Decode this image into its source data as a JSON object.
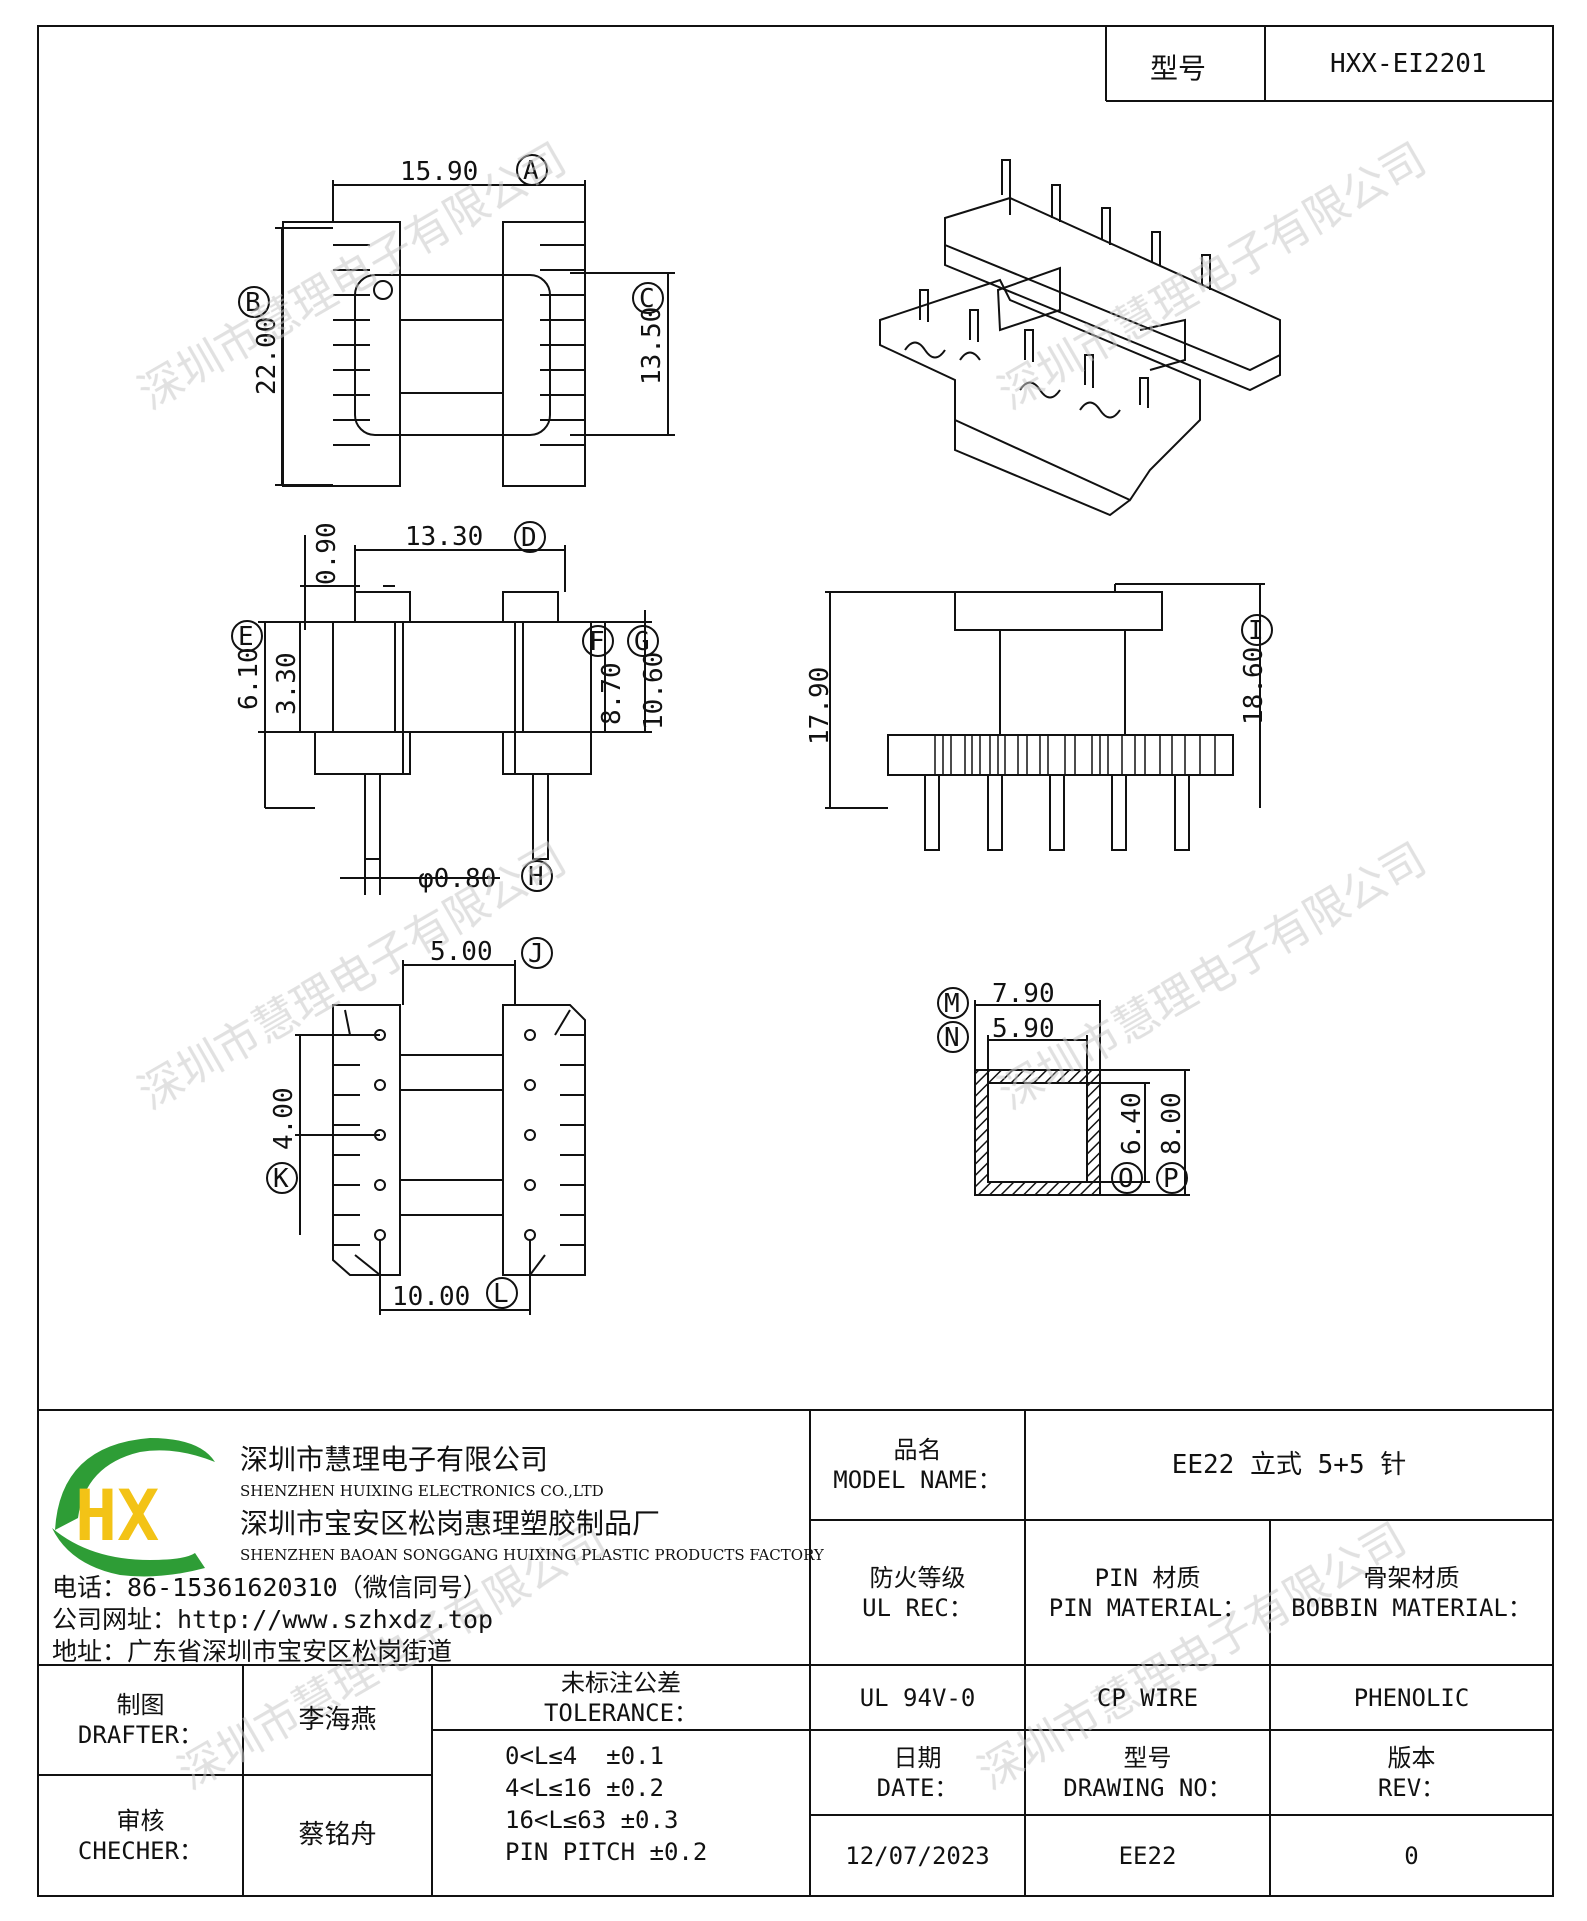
{
  "header": {
    "model_label": "型号",
    "model_value": "HXX-EI2201"
  },
  "drawing": {
    "dims": {
      "A_val": "15.90",
      "A_tag": "A",
      "B_val": "22.00",
      "B_tag": "B",
      "C_val": "13.50",
      "C_tag": "C",
      "D_val": "13.30",
      "D_tag": "D",
      "d090": "0.90",
      "E_tag": "E",
      "e610": "6.10",
      "e330": "3.30",
      "F_tag": "F",
      "f870": "8.70",
      "G_tag": "G",
      "g1060": "10.60",
      "H_val": "φ0.80",
      "H_tag": "H",
      "I_tag": "I",
      "i1860": "18.60",
      "h1790": "17.90",
      "J_val": "5.00",
      "J_tag": "J",
      "K_tag": "K",
      "k400": "4.00",
      "L_val": "10.00",
      "L_tag": "L",
      "M_tag": "M",
      "M_val": "7.90",
      "N_tag": "N",
      "N_val": "5.90",
      "O_tag": "O",
      "o640": "6.40",
      "P_tag": "P",
      "p800": "8.00"
    }
  },
  "watermark": "深圳市慧理电子有限公司",
  "company": {
    "logo_letters": "HX",
    "name_cn": "深圳市慧理电子有限公司",
    "name_en": "SHENZHEN HUIXING ELECTRONICS CO.,LTD",
    "factory_cn": "深圳市宝安区松岗惠理塑胶制品厂",
    "factory_en": "SHENZHEN BAOAN SONGGANG HUIXING PLASTIC PRODUCTS FACTORY",
    "phone": "电话：86-15361620310（微信同号）",
    "website": "公司网址：http://www.szhxdz.top",
    "address": "地址：广东省深圳市宝安区松岗街道"
  },
  "table": {
    "model_name_cn": "品名",
    "model_name_en": "MODEL NAME：",
    "model_name_value": "EE22 立式 5+5 针",
    "ul_cn": "防火等级",
    "ul_en": "UL REC：",
    "pin_cn": "PIN 材质",
    "pin_en": "PIN MATERIAL：",
    "bobbin_cn": "骨架材质",
    "bobbin_en": "BOBBIN MATERIAL：",
    "ul_value": "UL 94V-0",
    "pin_value": "CP WIRE",
    "bobbin_value": "PHENOLIC",
    "drafter_cn": "制图",
    "drafter_en": "DRAFTER：",
    "drafter_name": "李海燕",
    "checker_cn": "审核",
    "checker_en": "CHECHER：",
    "checker_name": "蔡铭舟",
    "tolerance_cn": "未标注公差",
    "tolerance_en": "TOLERANCE：",
    "tolerances": [
      "0<L≤4  ±0.1",
      "4<L≤16 ±0.2",
      "16<L≤63 ±0.3",
      "PIN PITCH ±0.2"
    ],
    "date_cn": "日期",
    "date_en": "DATE：",
    "drawing_cn": "型号",
    "drawing_en": "DRAWING NO：",
    "rev_cn": "版本",
    "rev_en": "REV：",
    "date_value": "12/07/2023",
    "drawing_value": "EE22",
    "rev_value": "0"
  }
}
